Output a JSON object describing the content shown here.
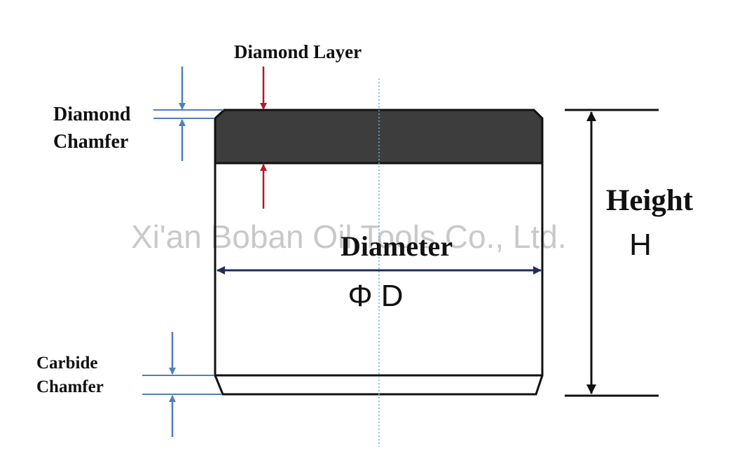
{
  "labels": {
    "diamond_layer": "Diamond Layer",
    "diamond_chamfer_line1": "Diamond",
    "diamond_chamfer_line2": "Chamfer",
    "carbide_chamfer_line1": "Carbide",
    "carbide_chamfer_line2": "Chamfer",
    "height": "Height",
    "height_symbol": "H",
    "diameter": "Diameter",
    "diameter_symbol": "Φ D"
  },
  "watermark": "Xi'an Boban Oil Tools Co., Ltd.",
  "colors": {
    "outline": "#111111",
    "diamond_layer_fill": "#3d3d3d",
    "chamfer_arrow": "#4f7fbe",
    "diamond_layer_arrow": "#b3182b",
    "diameter_arrow": "#1f2d5c",
    "centerline": "#6aaed6"
  }
}
